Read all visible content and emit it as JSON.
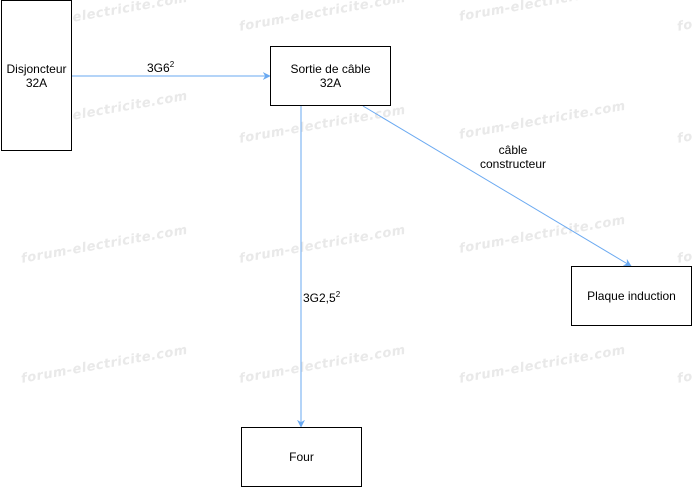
{
  "watermark": "forum-electricite.com",
  "colors": {
    "edge": "#6aa9f1",
    "border": "#000000",
    "watermark": "#e9e9e9"
  },
  "nodes": {
    "disjoncteur": {
      "line1": "Disjoncteur",
      "line2": "32A"
    },
    "sortie": {
      "line1": "Sortie de câble",
      "line2": "32A"
    },
    "plaque": {
      "label": "Plaque induction"
    },
    "four": {
      "label": "Four"
    }
  },
  "edges": {
    "disj_to_sortie": {
      "base": "3G6",
      "sup": "2"
    },
    "sortie_to_plaque": {
      "line1": "câble",
      "line2": "constructeur"
    },
    "sortie_to_four": {
      "base": "3G2,5",
      "sup": "2"
    }
  }
}
